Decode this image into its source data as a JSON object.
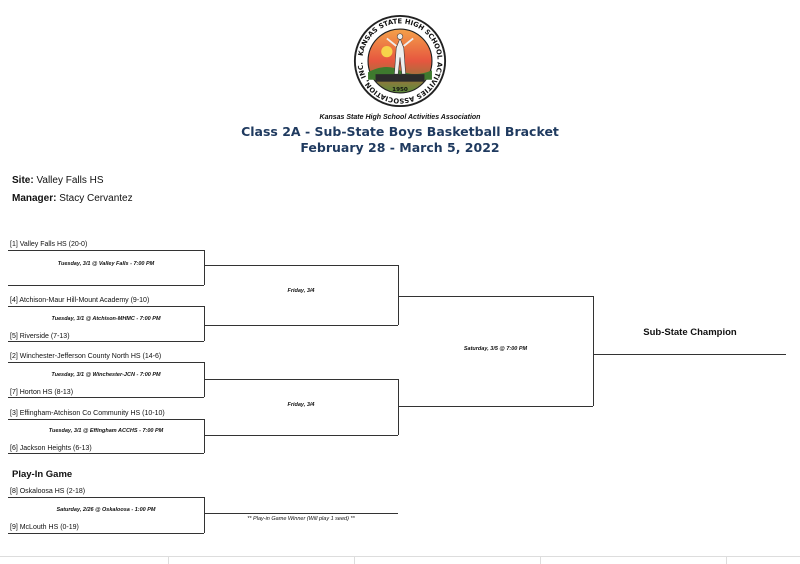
{
  "header": {
    "seal_text": "KANSAS STATE HIGH SCHOOL ACTIVITIES ASSOCIATION, INC.",
    "seal_year": "1950",
    "org_name": "Kansas State High School Activities Association",
    "title": "Class 2A - Sub-State Boys Basketball Bracket",
    "dates": "February 28 - March 5, 2022"
  },
  "site": {
    "label": "Site:",
    "value": "Valley Falls HS"
  },
  "manager": {
    "label": "Manager:",
    "value": "Stacy Cervantez"
  },
  "teams": {
    "t1": "[1] Valley Falls HS   (20-0)",
    "t4": "[4] Atchison-Maur Hill-Mount Academy   (9-10)",
    "t5": "[5] Riverside   (7-13)",
    "t2": "[2] Winchester-Jefferson County North HS   (14-6)",
    "t7": "[7] Horton HS   (8-13)",
    "t3": "[3] Effingham-Atchison Co Community HS   (10-10)",
    "t6": "[6] Jackson Heights   (6-13)",
    "t8": "[8] Oskaloosa HS   (2-18)",
    "t9": "[9] McLouth HS   (0-19)"
  },
  "games": {
    "g1": "Tuesday, 3/1 @ Valley Falls - 7:00 PM",
    "g2": "Tuesday, 3/1 @ Atchison-MHMC - 7:00 PM",
    "g3": "Tuesday, 3/1 @ Winchester-JCN - 7:00 PM",
    "g4": "Tuesday, 3/1 @ Effingham ACCHS - 7:00 PM",
    "semi1": "Friday, 3/4",
    "semi2": "Friday, 3/4",
    "final": "Saturday, 3/5 @ 7:00 PM",
    "playin": "Saturday, 2/26 @ Oskaloosa - 1:00 PM",
    "playin_winner": "** Play-in Game Winner (Will play 1 seed) **"
  },
  "champion_label": "Sub-State Champion",
  "playin_heading": "Play-In Game",
  "colors": {
    "title": "#1f3a5f",
    "lines": "#333333"
  }
}
